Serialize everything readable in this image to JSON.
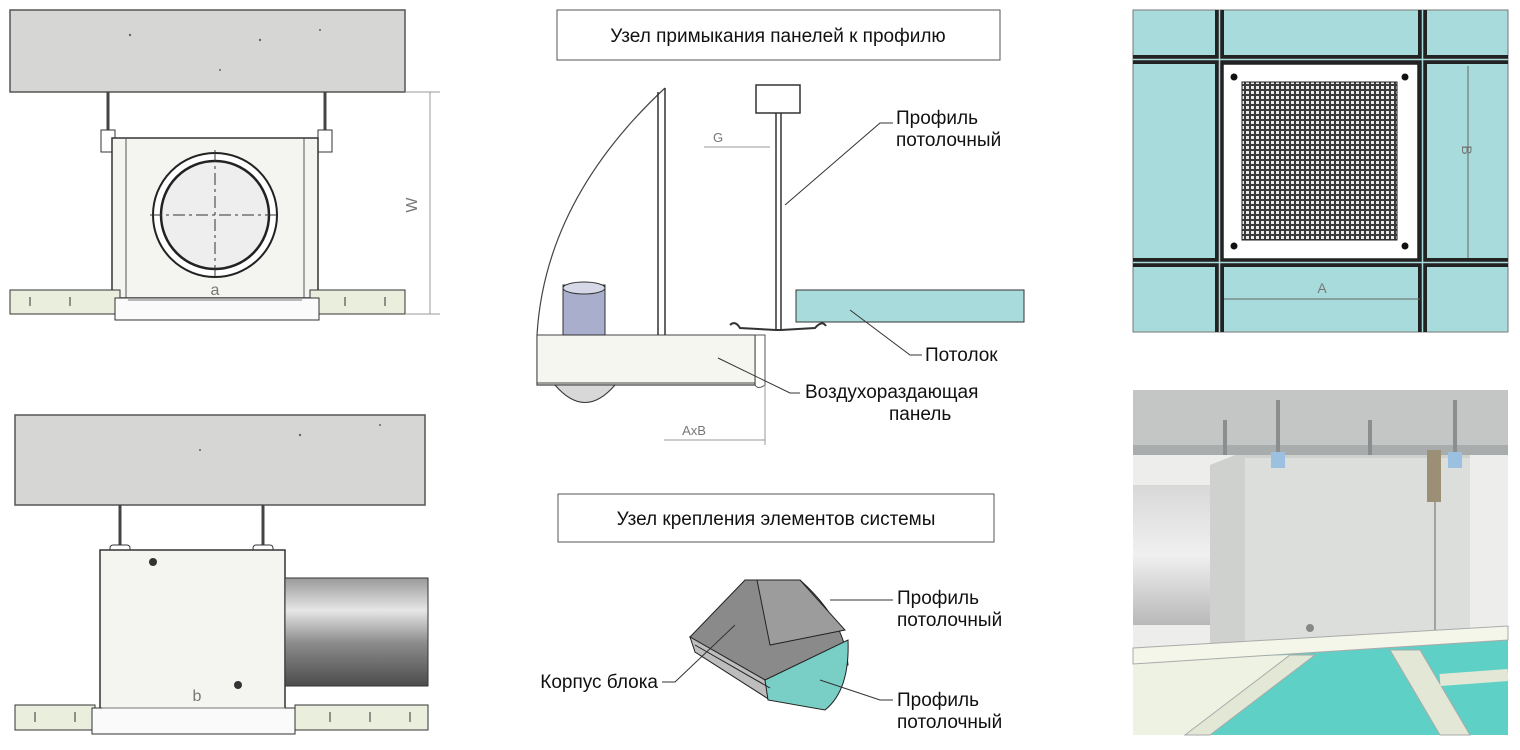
{
  "titles": {
    "junction_title": "Узел примыкания панелей к профилю",
    "mounting_title": "Узел крепления элементов системы"
  },
  "callouts": {
    "profile_ceiling_top": [
      "Профиль",
      "потолочный"
    ],
    "ceiling": "Потолок",
    "air_panel": [
      "Воздухораздающая",
      "панель"
    ],
    "profile_ceiling_mid": [
      "Профиль",
      "потолочный"
    ],
    "profile_ceiling_bottom": [
      "Профиль",
      "потолочный"
    ],
    "unit_body": "Корпус блока"
  },
  "dimensions": {
    "front_width": "a",
    "front_height": "W",
    "side_width": "b",
    "gap": "G",
    "panel_size": "AxB",
    "plan_width": "A",
    "plan_height": "B"
  },
  "colors": {
    "concrete": "#d6d6d4",
    "unit": "#f4f4f1",
    "tile": "#a8dcdc",
    "tile_3d": "#4fc8c0",
    "rail": "#e9eedd"
  }
}
